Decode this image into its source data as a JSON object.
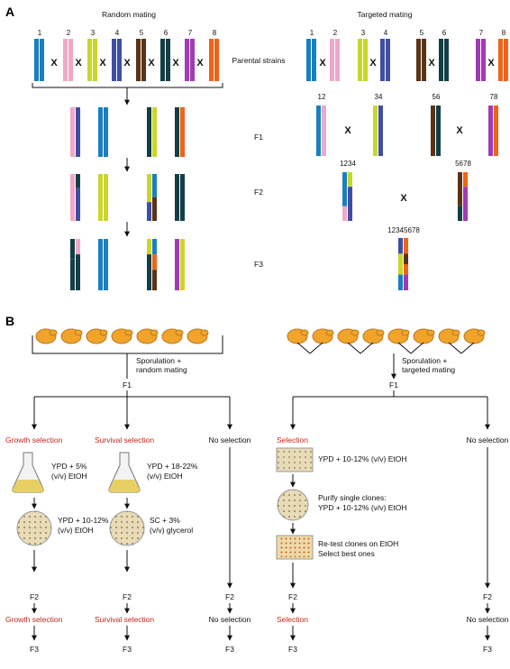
{
  "panel_a": {
    "label": "A",
    "random_title": "Random mating",
    "targeted_title": "Targeted mating",
    "parental_label": "Parental strains",
    "gen_labels": [
      "F1",
      "F2",
      "F3"
    ],
    "strain_numbers": [
      "1",
      "2",
      "3",
      "4",
      "5",
      "6",
      "7",
      "8"
    ],
    "cross_symbol": "X",
    "f1_targeted_labels": [
      "12",
      "34",
      "56",
      "78"
    ],
    "f2_targeted_labels": [
      "1234",
      "5678"
    ],
    "f3_targeted_label": "12345678",
    "strain_colors": [
      "#1a7fbf",
      "#f0a8c8",
      "#c9d62a",
      "#3f4ea3",
      "#5c3216",
      "#133f47",
      "#a23ab5",
      "#ef6418"
    ]
  },
  "panel_b": {
    "label": "B",
    "random_caption": "Sporulation +\nrandom mating",
    "targeted_caption": "Sporulation +\ntargeted mating",
    "f1": "F1",
    "growth_selection": "Growth selection",
    "survival_selection": "Survival selection",
    "no_selection": "No selection",
    "selection": "Selection",
    "growth_flask": "YPD + 5%\n(v/v) EtOH",
    "growth_plate": "YPD + 10-12%\n(v/v) EtOH",
    "survival_flask": "YPD + 18-22%\n(v/v) EtOH",
    "survival_plate": "SC + 3%\n(v/v) glycerol",
    "targeted_step1": "YPD + 10-12% (v/v) EtOH",
    "targeted_step2": "Purify single clones:\nYPD + 10-12% (v/v) EtOH",
    "targeted_step3": "Re-test clones on EtOH\nSelect best ones",
    "f2": "F2",
    "f3": "F3",
    "colors": {
      "red": "#c0261d",
      "yeast": "#f2a42a",
      "yeast_edge": "#b8761a",
      "plate": "#e8dcb8"
    }
  }
}
